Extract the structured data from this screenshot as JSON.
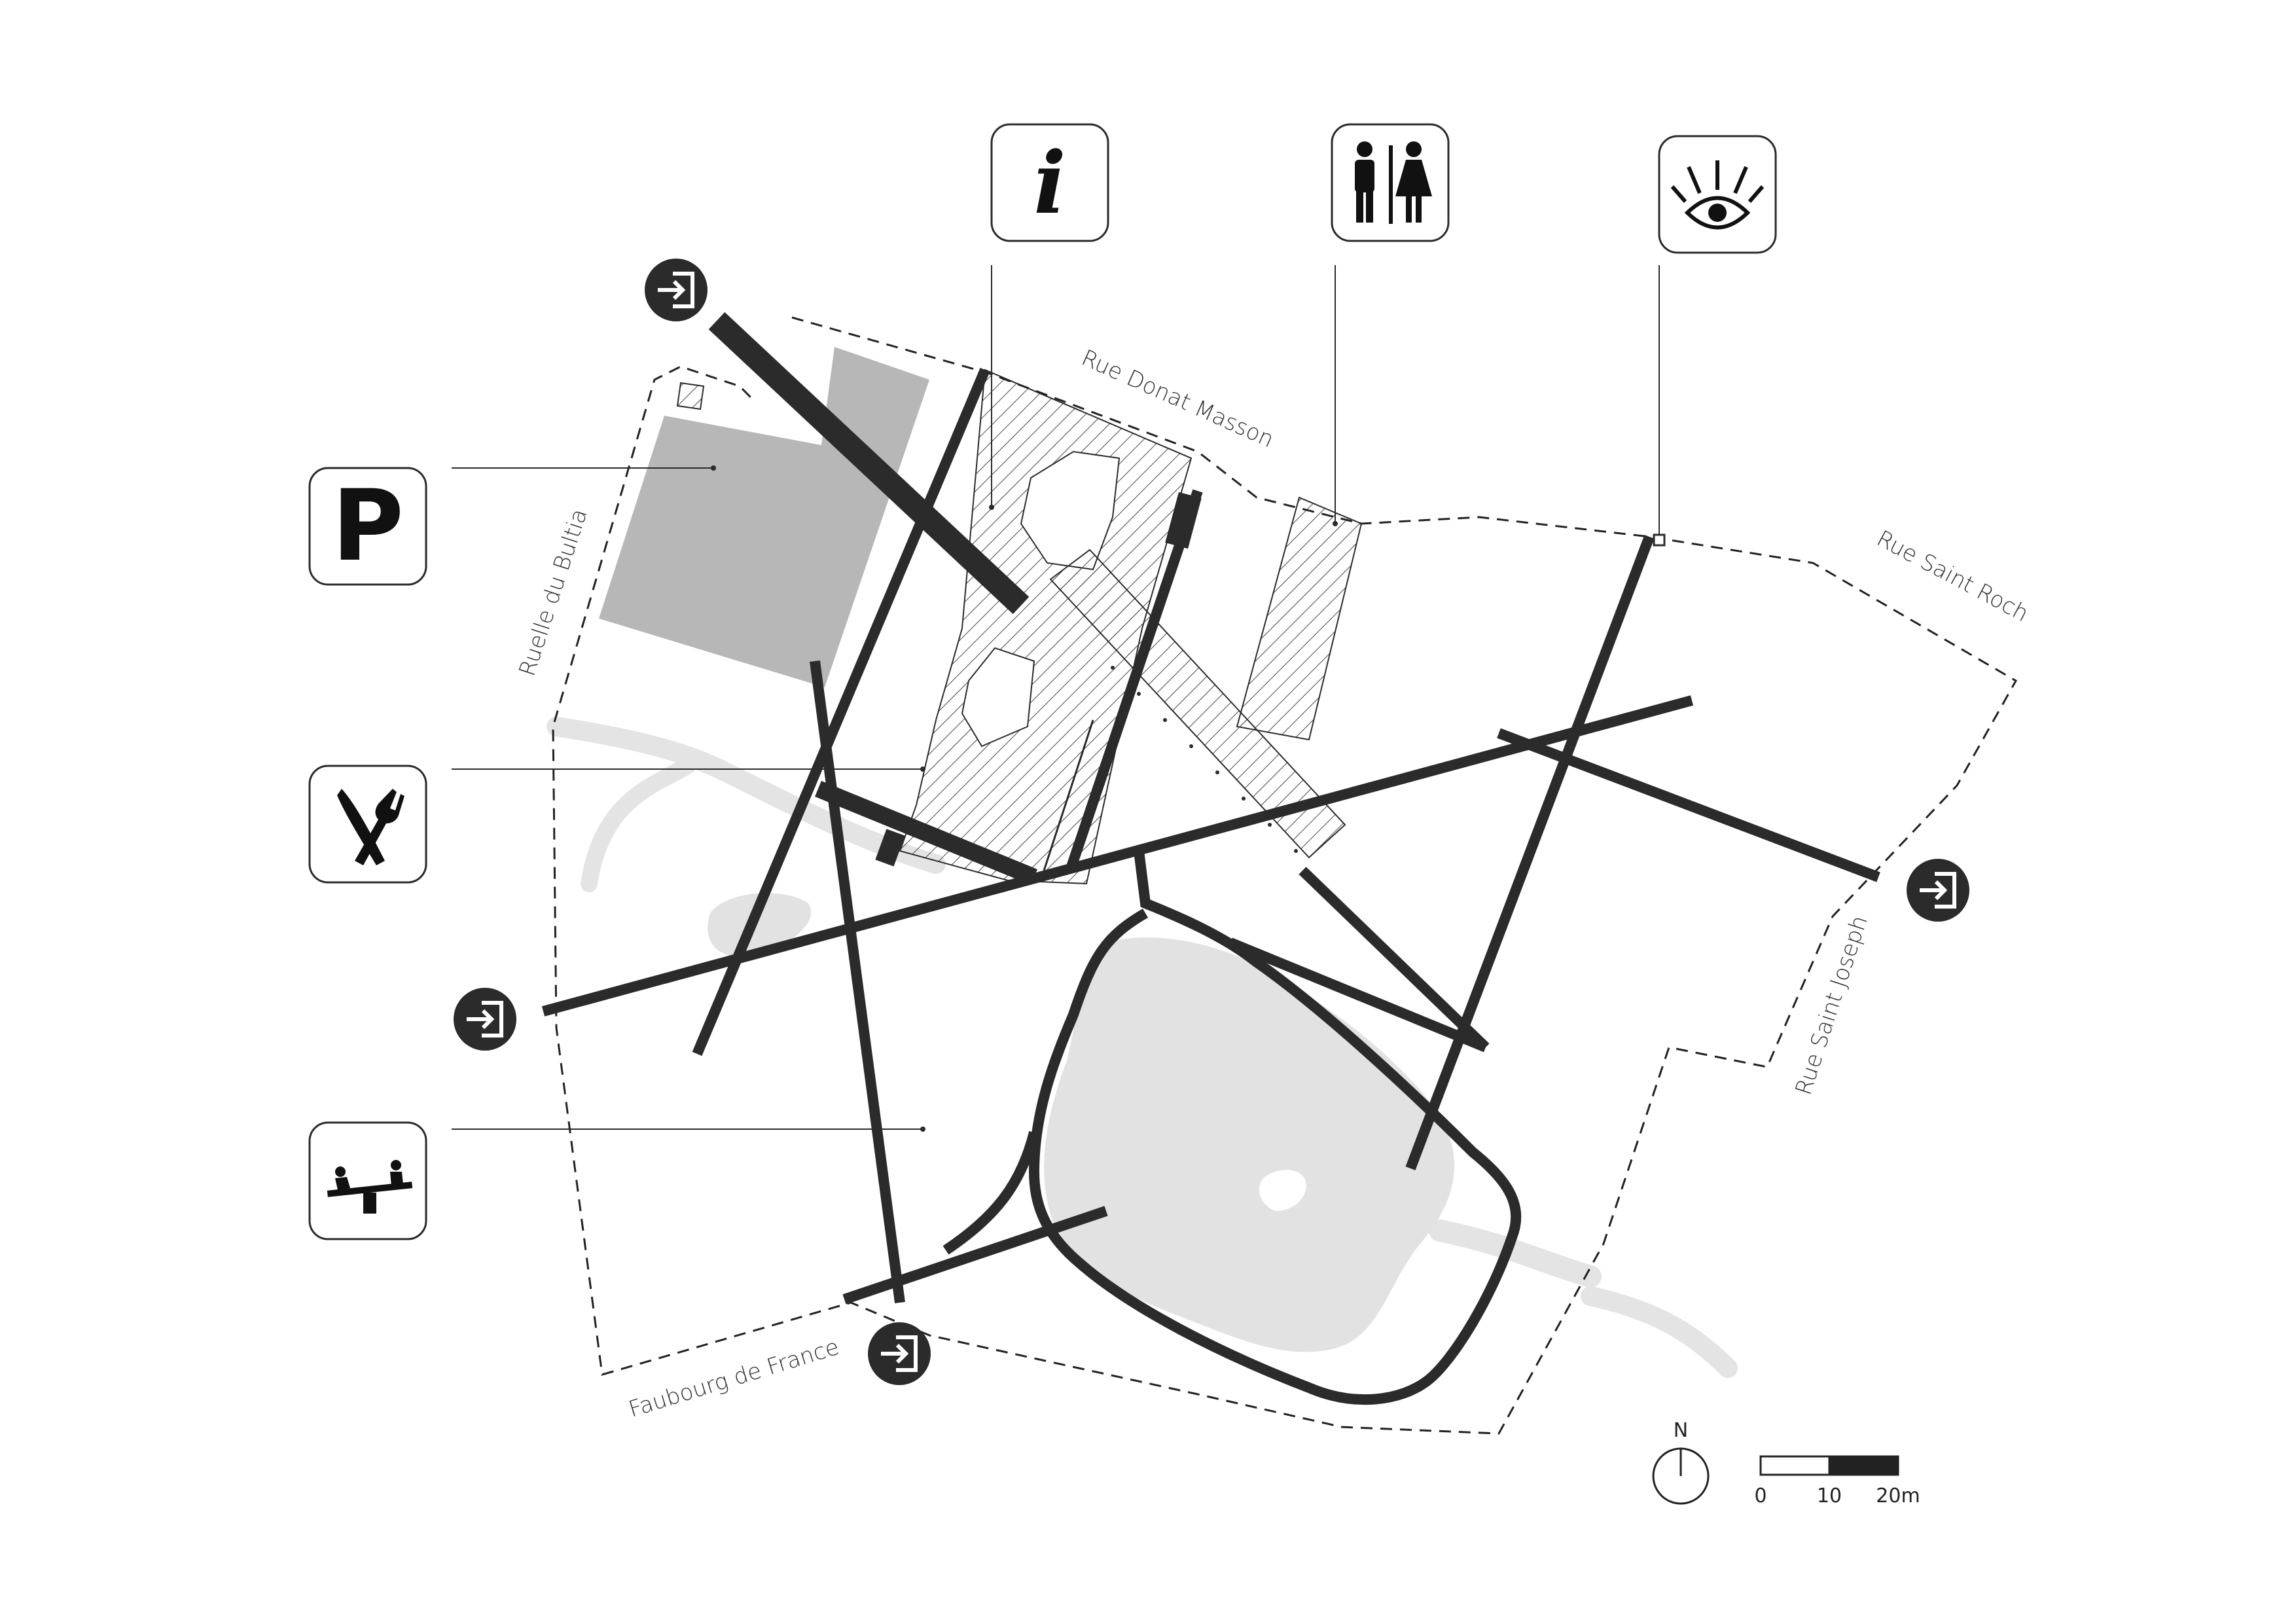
{
  "streets": {
    "donat_masson": "Rue Donat Masson",
    "saint_roch": "Rue Saint Roch",
    "bultia": "Ruelle du Bultia",
    "saint_joseph": "Rue Saint Joseph",
    "faubourg": "Faubourg de France"
  },
  "scale": {
    "l0": "0",
    "l10": "10",
    "l20": "20m"
  },
  "north": "N",
  "legend_icons": [
    "parking-icon",
    "information-icon",
    "restroom-icon",
    "viewpoint-icon",
    "restaurant-icon",
    "playground-icon",
    "entrance-icon"
  ],
  "info_glyph": "i",
  "parking_glyph": "P",
  "colors": {
    "path": "#2b2b2b",
    "parking": "#b7b7b7",
    "park": "#e2e2e2",
    "water": "#e6e6e6"
  }
}
